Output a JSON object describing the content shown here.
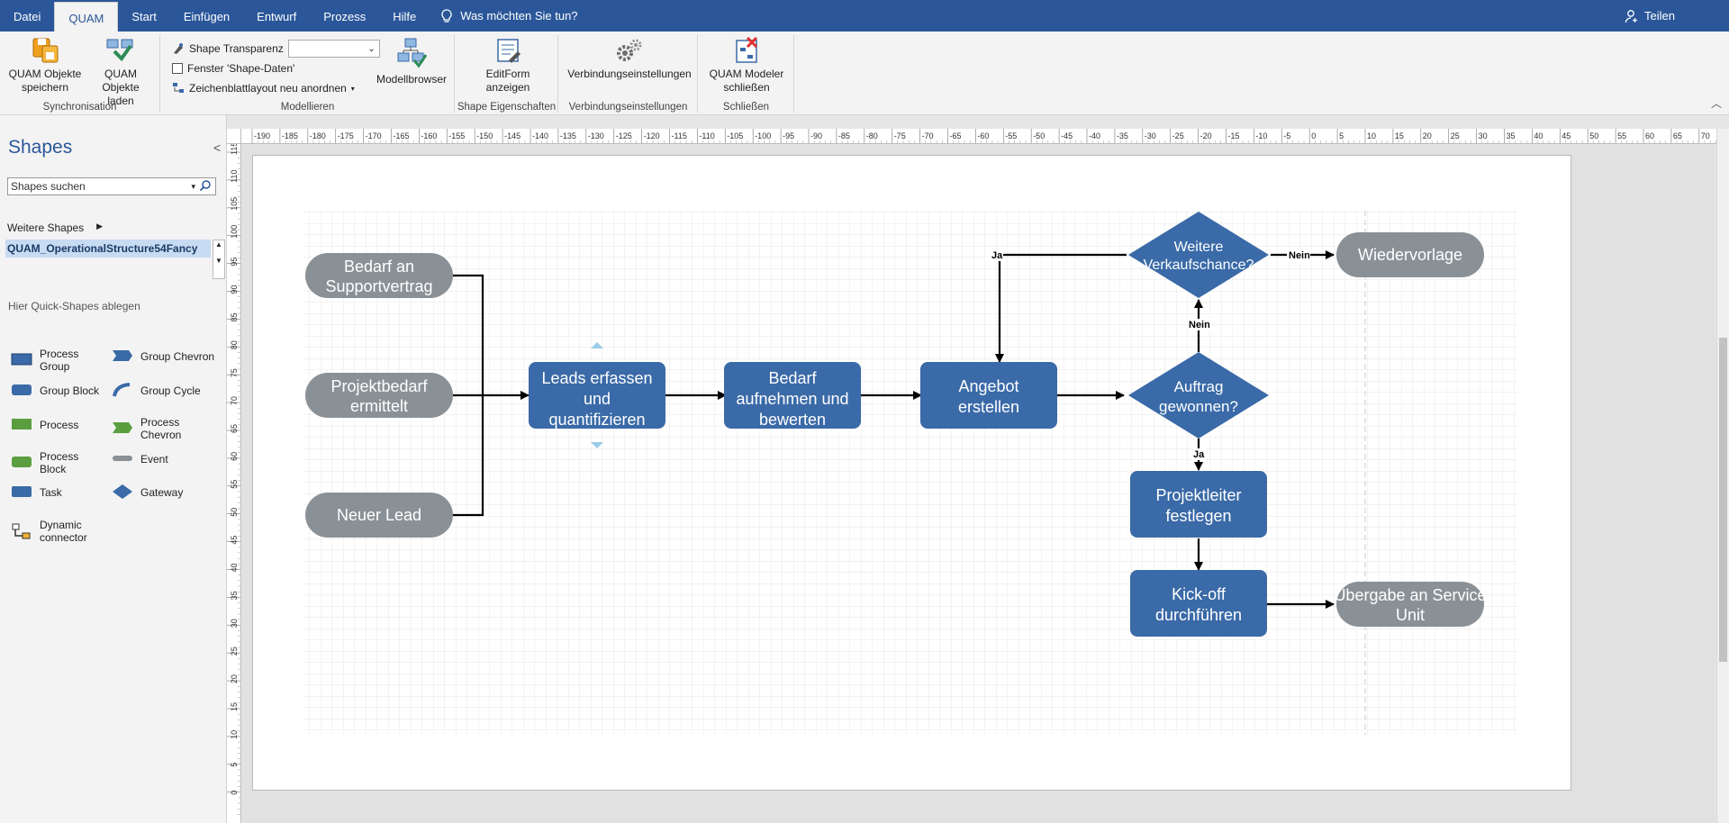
{
  "tabs": [
    "Datei",
    "QUAM",
    "Start",
    "Einfügen",
    "Entwurf",
    "Prozess",
    "Hilfe"
  ],
  "active_tab": "QUAM",
  "tell_me": "Was möchten Sie tun?",
  "share": "Teilen",
  "ribbon": {
    "sync": {
      "save": "QUAM Objekte speichern",
      "load": "QUAM Objekte laden",
      "label": "Synchronisation"
    },
    "model": {
      "transparency": "Shape Transparenz",
      "transparency_value": "",
      "window_shape_data": "Fenster 'Shape-Daten'",
      "relayout": "Zeichenblattlayout neu anordnen",
      "browser": "Modellbrowser",
      "label": "Modellieren"
    },
    "shape_props": {
      "editform": "EditForm anzeigen",
      "label": "Shape Eigenschaften"
    },
    "conn": {
      "settings": "Verbindungseinstellungen",
      "label": "Verbindungseinstellungen"
    },
    "close": {
      "close_modeler": "QUAM Modeler schließen",
      "label": "Schließen"
    }
  },
  "shapes_pane": {
    "title": "Shapes",
    "search_placeholder": "Shapes suchen",
    "more_shapes": "Weitere Shapes",
    "stencil": "QUAM_OperationalStructure54Fancy",
    "quick_note": "Hier Quick-Shapes ablegen",
    "items": [
      {
        "label": "Process Group",
        "icon": "process-group-icon",
        "color": "#3a6aa7"
      },
      {
        "label": "Group Chevron",
        "icon": "group-chevron-icon",
        "color": "#3a6aa7"
      },
      {
        "label": "Group Block",
        "icon": "group-block-icon",
        "color": "#3a6aa7"
      },
      {
        "label": "Group Cycle",
        "icon": "group-cycle-icon",
        "color": "#3a6aa7"
      },
      {
        "label": "Process",
        "icon": "process-icon",
        "color": "#5a9e3f"
      },
      {
        "label": "Process Chevron",
        "icon": "process-chevron-icon",
        "color": "#5a9e3f"
      },
      {
        "label": "Process Block",
        "icon": "process-block-icon",
        "color": "#5a9e3f"
      },
      {
        "label": "Event",
        "icon": "event-icon",
        "color": "#8a9196"
      },
      {
        "label": "Task",
        "icon": "task-icon",
        "color": "#3a6aa7"
      },
      {
        "label": "Gateway",
        "icon": "gateway-icon",
        "color": "#3a6aa7"
      },
      {
        "label": "Dynamic connector",
        "icon": "dynamic-connector-icon",
        "color": "#333333"
      }
    ]
  },
  "ruler_top": [
    -190,
    -185,
    -180,
    -175,
    -170,
    -165,
    -160,
    -155,
    -150,
    -145,
    -140,
    -135,
    -130,
    -125,
    -120,
    -115,
    -110,
    -105,
    -100,
    -95,
    -90,
    -85,
    -80,
    -75,
    -70,
    -65,
    -60,
    -55,
    -50,
    -45,
    -40,
    -35,
    -30,
    -25,
    -20,
    -15,
    -10,
    -5,
    0,
    5,
    10,
    15,
    20,
    25,
    30,
    35,
    40,
    45,
    50,
    55,
    60,
    65,
    70
  ],
  "ruler_left": [
    115,
    110,
    105,
    100,
    95,
    90,
    85,
    80,
    75,
    70,
    65,
    60,
    55,
    50,
    45,
    40,
    35,
    30,
    25,
    20,
    15,
    10,
    5,
    0
  ],
  "colors": {
    "task": "#3a6aa7",
    "event": "#8a9196",
    "ribbon_blue": "#2b579a"
  },
  "diagram": {
    "events": {
      "bedarf_support": "Bedarf an Supportvertrag",
      "projektbedarf": "Projektbedarf ermittelt",
      "neuer_lead": "Neuer Lead",
      "wiedervorlage": "Wiedervorlage",
      "uebergabe": "Übergabe an Service Unit"
    },
    "tasks": {
      "leads": "Leads erfassen und quantifizieren",
      "bedarf": "Bedarf aufnehmen und bewerten",
      "angebot": "Angebot erstellen",
      "projektleiter": "Projektleiter festlegen",
      "kickoff": "Kick-off durchführen"
    },
    "gateways": {
      "auftrag": "Auftrag gewonnen?",
      "weitere": "Weitere Verkaufschance?"
    },
    "labels": {
      "ja_1": "Ja",
      "nein_1": "Nein",
      "nein_2": "Nein",
      "ja_2": "Ja"
    }
  }
}
